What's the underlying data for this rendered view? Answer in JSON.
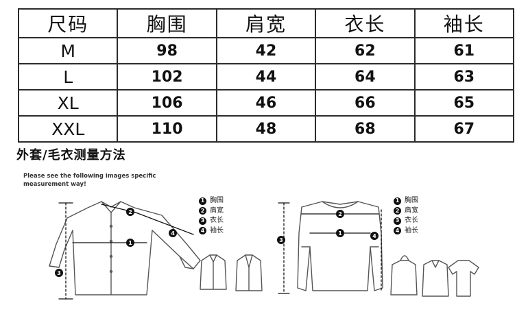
{
  "table": {
    "headers": [
      "尺码",
      "胸围",
      "肩宽",
      "衣长",
      "袖长"
    ],
    "rows": [
      {
        "size": "M",
        "chest": "98",
        "shoulder": "42",
        "length": "62",
        "sleeve": "61"
      },
      {
        "size": "L",
        "chest": "102",
        "shoulder": "44",
        "length": "64",
        "sleeve": "63"
      },
      {
        "size": "XL",
        "chest": "106",
        "shoulder": "46",
        "length": "66",
        "sleeve": "65"
      },
      {
        "size": "XXL",
        "chest": "110",
        "shoulder": "48",
        "length": "68",
        "sleeve": "67"
      }
    ]
  },
  "measure": {
    "title": "外套/毛衣测量方法",
    "note_line1": "Please see the following images specific",
    "note_line2": "measurement way!"
  },
  "legend_left": {
    "items": [
      {
        "num": "1",
        "label": "胸围"
      },
      {
        "num": "2",
        "label": "肩宽"
      },
      {
        "num": "3",
        "label": "衣长"
      },
      {
        "num": "4",
        "label": "袖长"
      }
    ]
  },
  "legend_right": {
    "items": [
      {
        "num": "1",
        "label": "胸围"
      },
      {
        "num": "2",
        "label": "肩宽"
      },
      {
        "num": "3",
        "label": "衣长"
      },
      {
        "num": "4",
        "label": "袖长"
      }
    ]
  },
  "diagram_markers": {
    "m1": "1",
    "m2": "2",
    "m3": "3",
    "m4": "4"
  }
}
